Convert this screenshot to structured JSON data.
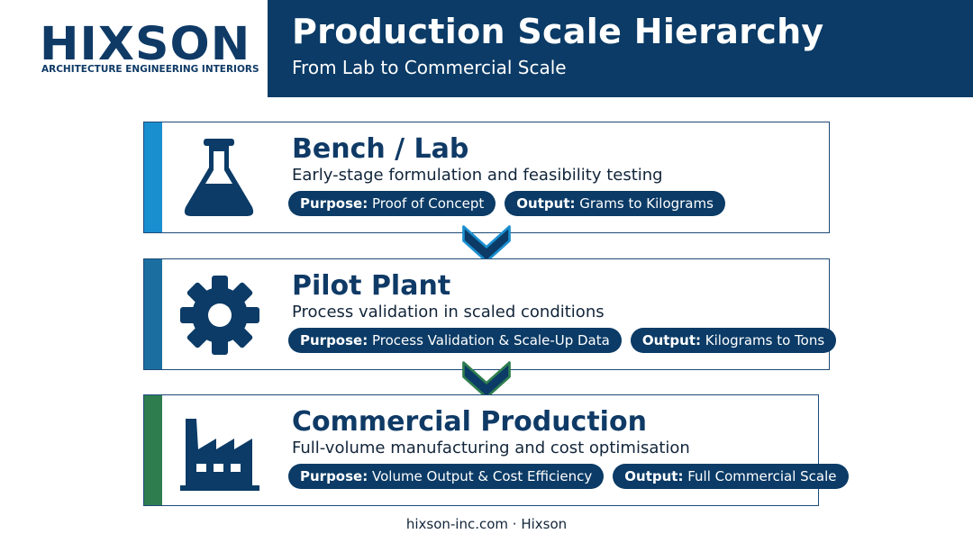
{
  "logo": {
    "name": "HIXSON",
    "tagline": "ARCHITECTURE ENGINEERING INTERIORS"
  },
  "header": {
    "title": "Production Scale Hierarchy",
    "subtitle": "From Lab to Commercial Scale"
  },
  "stages": [
    {
      "title": "Bench / Lab",
      "description": "Early-stage formulation and feasibility testing",
      "icon": "flask-icon",
      "accent": "#1a8fd0",
      "purpose_label": "Purpose:",
      "purpose": "Proof of Concept",
      "output_label": "Output:",
      "output": "Grams to Kilograms"
    },
    {
      "title": "Pilot Plant",
      "description": "Process validation in scaled conditions",
      "icon": "gear-icon",
      "accent": "#1a6fa0",
      "purpose_label": "Purpose:",
      "purpose": "Process Validation & Scale-Up Data",
      "output_label": "Output:",
      "output": "Kilograms to Tons"
    },
    {
      "title": "Commercial Production",
      "description": "Full-volume manufacturing and cost optimisation",
      "icon": "factory-icon",
      "accent": "#2e7d4f",
      "purpose_label": "Purpose:",
      "purpose": "Volume Output & Cost Efficiency",
      "output_label": "Output:",
      "output": "Full Commercial Scale"
    }
  ],
  "arrows": [
    {
      "icon": "chevron-down-icon",
      "color": "#1a8fd0"
    },
    {
      "icon": "chevron-down-icon",
      "color": "#2e7d4f"
    }
  ],
  "footer": {
    "text": "hixson-inc.com · Hixson"
  }
}
